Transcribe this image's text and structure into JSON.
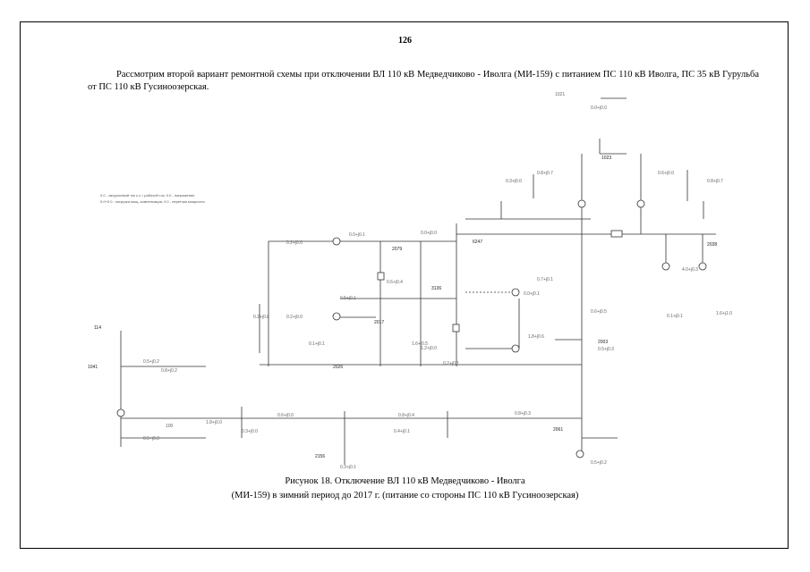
{
  "page": {
    "number": "126",
    "paragraph": "Рассмотрим второй вариант ремонтной схемы при отключении ВЛ 110 кВ Медведчиково - Иволга (МИ-159) с питанием ПС 110 кВ Иволга, ПС 35 кВ Гурульба от ПС 110 кВ Гусиноозерская.",
    "caption_line1": "Рисунок 18. Отключение ВЛ 110 кВ Медведчиково - Иволга",
    "caption_line2": "(МИ-159) в зимний период до 2017 г. (питание со стороны ПС 110 кВ Гусиноозерская)"
  },
  "legend": {
    "line1": "0.0 - загрузочный ток к.з. / рабочий ток, 0.0 - напряжение",
    "line2": "0.0+0.0 - нагрузка мощ. компенсация; 0.0 - перетоки мощности"
  },
  "diagram": {
    "labels": [
      "1021",
      "0.0+j0.0",
      "1023",
      "0.3+j0.0",
      "0.8+j0.7",
      "0.6+j0.0",
      "0.8+j0.7",
      "0.2+j0.0",
      "0.0+j0.1",
      "0.0+j0.0",
      "2079",
      "6247",
      "2038",
      "0.7+j0.1",
      "3136",
      "0.0+j0.1",
      "0.5+j0.1",
      "0.6+j0.4",
      "1.6+j0.5",
      "0.2+j0.0",
      "1.2+j0.0",
      "2017",
      "2003",
      "0.5+j0.3",
      "0.1+j0.1",
      "1.8+j0.6",
      "0.6+j0.5",
      "2026",
      "0.1+j0.1",
      "1041",
      "0.5+j0.2",
      "0.8+j0.2",
      "0.6+j0.0",
      "1.8+j0.0",
      "0.8+j0.4",
      "2156",
      "0.4+j0.1",
      "0.3+j0.0",
      "0.8+j0.3",
      "2061",
      "0.5+j0.2",
      "0.5+j0.3",
      "114",
      "0.2+j0.8",
      "0.2+j0.1",
      "0.3+j0.1",
      "4.0+j0.3",
      "1.6+j1.0",
      "100"
    ]
  }
}
